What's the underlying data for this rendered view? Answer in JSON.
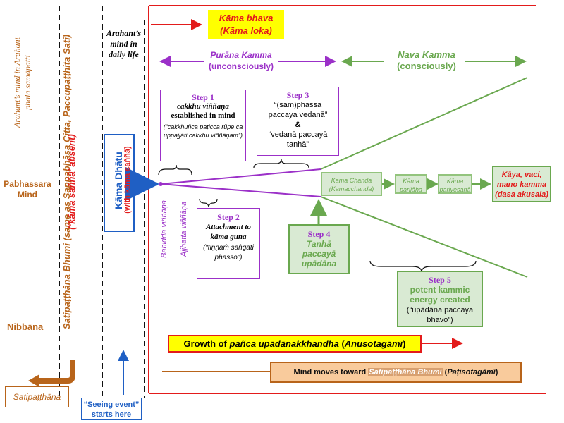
{
  "left_labels": {
    "arahant_phala": "Arahant’s mind in Arahant phala samāpatti",
    "pabhassara": "Pabhassara Mind",
    "nibbana": "Nibbāna",
    "satipatthana_bhumi": "Satipaṭṭhāna Bhumi (same as Sappabhāsa Citta, Paccupaṭṭhita Sati)",
    "kama_sanna_absent": "(‘kāma saññā’ absent)",
    "arahant_daily": "Arahant’s mind in daily life",
    "satipatthana_box": "Satipaṭṭhāna",
    "seeing_event": "“Seeing event” starts here"
  },
  "kama_dhatu": {
    "title": "Kāma Dhātu",
    "subtitle": "(with kāma saññā)"
  },
  "kama_bhava": {
    "line1": "Kāma bhava",
    "line2": "(Kāma loka)"
  },
  "purana_kamma": {
    "line1": "Purāna Kamma",
    "line2": "(unconsciously)"
  },
  "nava_kamma": {
    "line1": "Nava Kamma",
    "line2": "(consciously)"
  },
  "step1": {
    "title": "Step 1",
    "line1": "cakkhu viññāṇa",
    "line2": "established in mind",
    "quote": "(“cakkhuñca paṭicca rūpe ca uppajjāti cakkhu viññāṇaṃ”)"
  },
  "step2": {
    "title": "Step 2",
    "line1": "Attachment to",
    "line2": "kāma guna",
    "quote": "(“tiṇṇaṁ saṅgati phasso”)"
  },
  "step3": {
    "title": "Step 3",
    "line1": "“(sam)phassa paccaya vedanā”",
    "amp": "&",
    "line2": "“vedanā paccayā tanhā”"
  },
  "step4": {
    "title": "Step 4",
    "line1": "Tanhā",
    "line2": "paccayā",
    "line3": "upādāna"
  },
  "step5": {
    "title": "Step 5",
    "line1": "potent kammic",
    "line2": "energy created",
    "quote": "(“upādāna paccaya bhavo”)"
  },
  "vinnana": {
    "bahidda": "Bahidda viññāṇa",
    "ajjhatta": "Ajjhatta viññāṇa"
  },
  "chain": {
    "kama_chanda": "Kama Chanda",
    "kamacchanda": "(Kamacchanda)",
    "parilaha_1": "Kāma",
    "parilaha_2": "pariḷāha",
    "pariyesana_1": "Kāma",
    "pariyesana_2": "pariyesanā",
    "final_1": "Kāya, vaci,",
    "final_2": "mano kamma",
    "final_3": "(dasa akusala)"
  },
  "growth": {
    "prefix": "Growth of ",
    "italic": "pañca upādānakkhandha",
    "suffix": " (",
    "italic2": "Anusotagāmī",
    "end": ")"
  },
  "mind_moves": {
    "prefix": "Mind moves toward ",
    "italic": "Satipaṭṭhāna Bhumi",
    "suffix": " (",
    "italic2": "Paṭisotagāmī",
    "end": ")"
  },
  "colors": {
    "red": "#e31b1b",
    "purple": "#9b30c8",
    "green": "#6aa84f",
    "brown": "#b8641a",
    "blue": "#1f5fc4",
    "yellow": "#ffff00"
  }
}
